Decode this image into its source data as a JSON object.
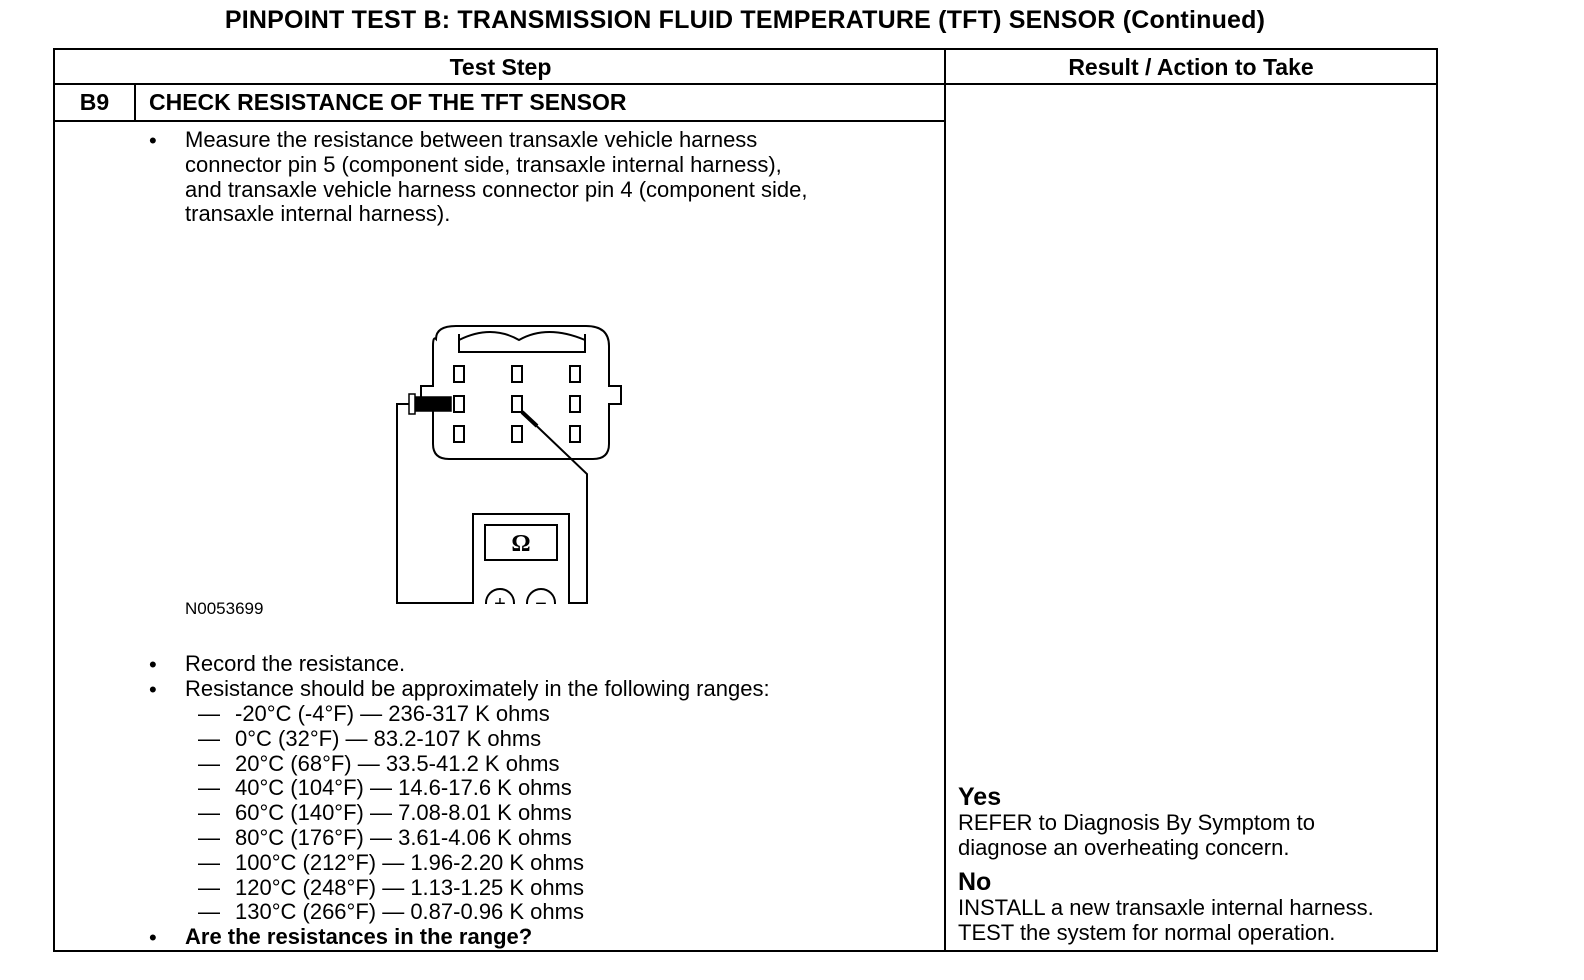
{
  "title": "PINPOINT TEST B: TRANSMISSION FLUID TEMPERATURE (TFT) SENSOR (Continued)",
  "table": {
    "col_test_step": "Test Step",
    "col_result": "Result / Action to Take"
  },
  "step": {
    "number": "B9",
    "title": "CHECK RESISTANCE OF THE TFT SENSOR",
    "bullet_char": "•",
    "dash_char": "—",
    "instruction_lines": [
      "Measure the resistance between transaxle vehicle harness",
      "connector pin 5 (component side, transaxle internal harness),",
      "and transaxle vehicle harness connector pin 4 (component side,",
      "transaxle internal harness)."
    ],
    "figure_id": "N0053699",
    "meter_symbol": "Ω",
    "plus_symbol": "+",
    "minus_symbol": "−",
    "record": "Record the resistance.",
    "ranges_intro": "Resistance should be approximately in the following ranges:",
    "ranges": [
      "-20°C (-4°F) — 236-317 K ohms",
      "0°C (32°F) — 83.2-107 K ohms",
      "20°C (68°F) — 33.5-41.2 K ohms",
      "40°C (104°F) — 14.6-17.6 K ohms",
      "60°C (140°F) — 7.08-8.01 K ohms",
      "80°C (176°F) — 3.61-4.06 K ohms",
      "100°C (212°F) — 1.96-2.20 K ohms",
      "120°C (248°F) — 1.13-1.25 K ohms",
      "130°C (266°F) — 0.87-0.96 K ohms"
    ],
    "question": "Are the resistances in the range?"
  },
  "result": {
    "yes_label": "Yes",
    "yes_lines": [
      "REFER to Diagnosis By Symptom to",
      "diagnose an overheating concern."
    ],
    "no_label": "No",
    "no_lines": [
      "INSTALL a new transaxle internal harness.",
      "TEST the system for normal operation."
    ]
  }
}
